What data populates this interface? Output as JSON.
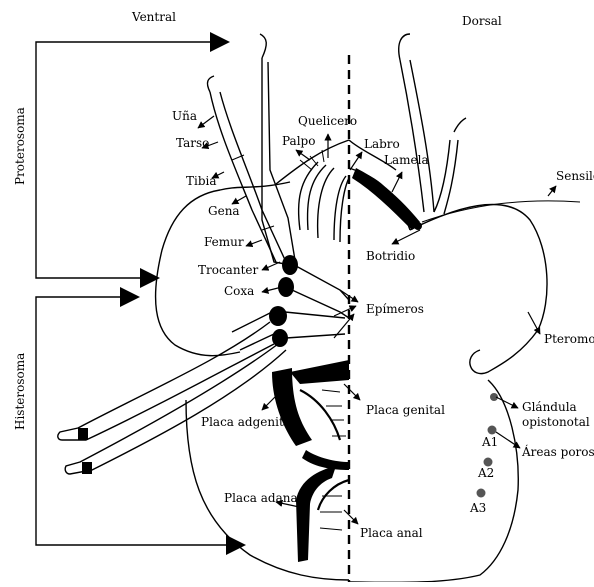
{
  "headers": {
    "ventral": "Ventral",
    "dorsal": "Dorsal"
  },
  "regions": {
    "proterosoma": "Proterosoma",
    "histerosoma": "Histerosoma"
  },
  "labels": {
    "una": "Uña",
    "tarso": "Tarso",
    "tibia": "Tibia",
    "gena": "Gena",
    "femur": "Femur",
    "trocanter": "Trocanter",
    "coxa": "Coxa",
    "palpo": "Palpo",
    "quelicero": "Quelicero",
    "labro": "Labro",
    "lamela": "Lamela",
    "sensilo": "Sensilo",
    "botridio": "Botridio",
    "epimeros": "Epímeros",
    "pteromorfo": "Pteromorfo",
    "placa_adgenital": "Placa adgenital",
    "placa_genital": "Placa genital",
    "glandula_1": "Glándula",
    "glandula_2": "opistonotal",
    "areas_porosas": "Áreas porosas",
    "a1": "A1",
    "a2": "A2",
    "a3": "A3",
    "placa_adanal": "Placa adanal",
    "placa_anal": "Placa anal"
  }
}
